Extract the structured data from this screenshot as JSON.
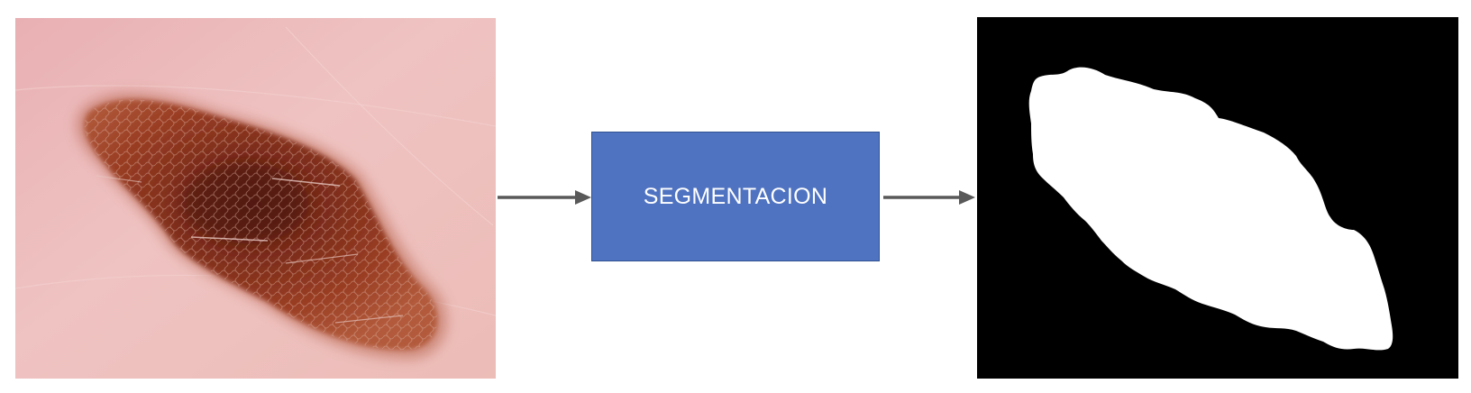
{
  "process_box": {
    "label": "SEGMENTACION"
  },
  "colors": {
    "process_fill": "#4f73c1",
    "process_border": "#2f528f",
    "arrow": "#595959",
    "skin": "#eab7b8",
    "lesion_dark": "#7c2c1a",
    "lesion_mid": "#9a3e24",
    "mask_background": "#000000",
    "mask_foreground": "#ffffff"
  },
  "images": {
    "input": "dermoscopy-lesion-photo",
    "output": "binary-segmentation-mask"
  }
}
